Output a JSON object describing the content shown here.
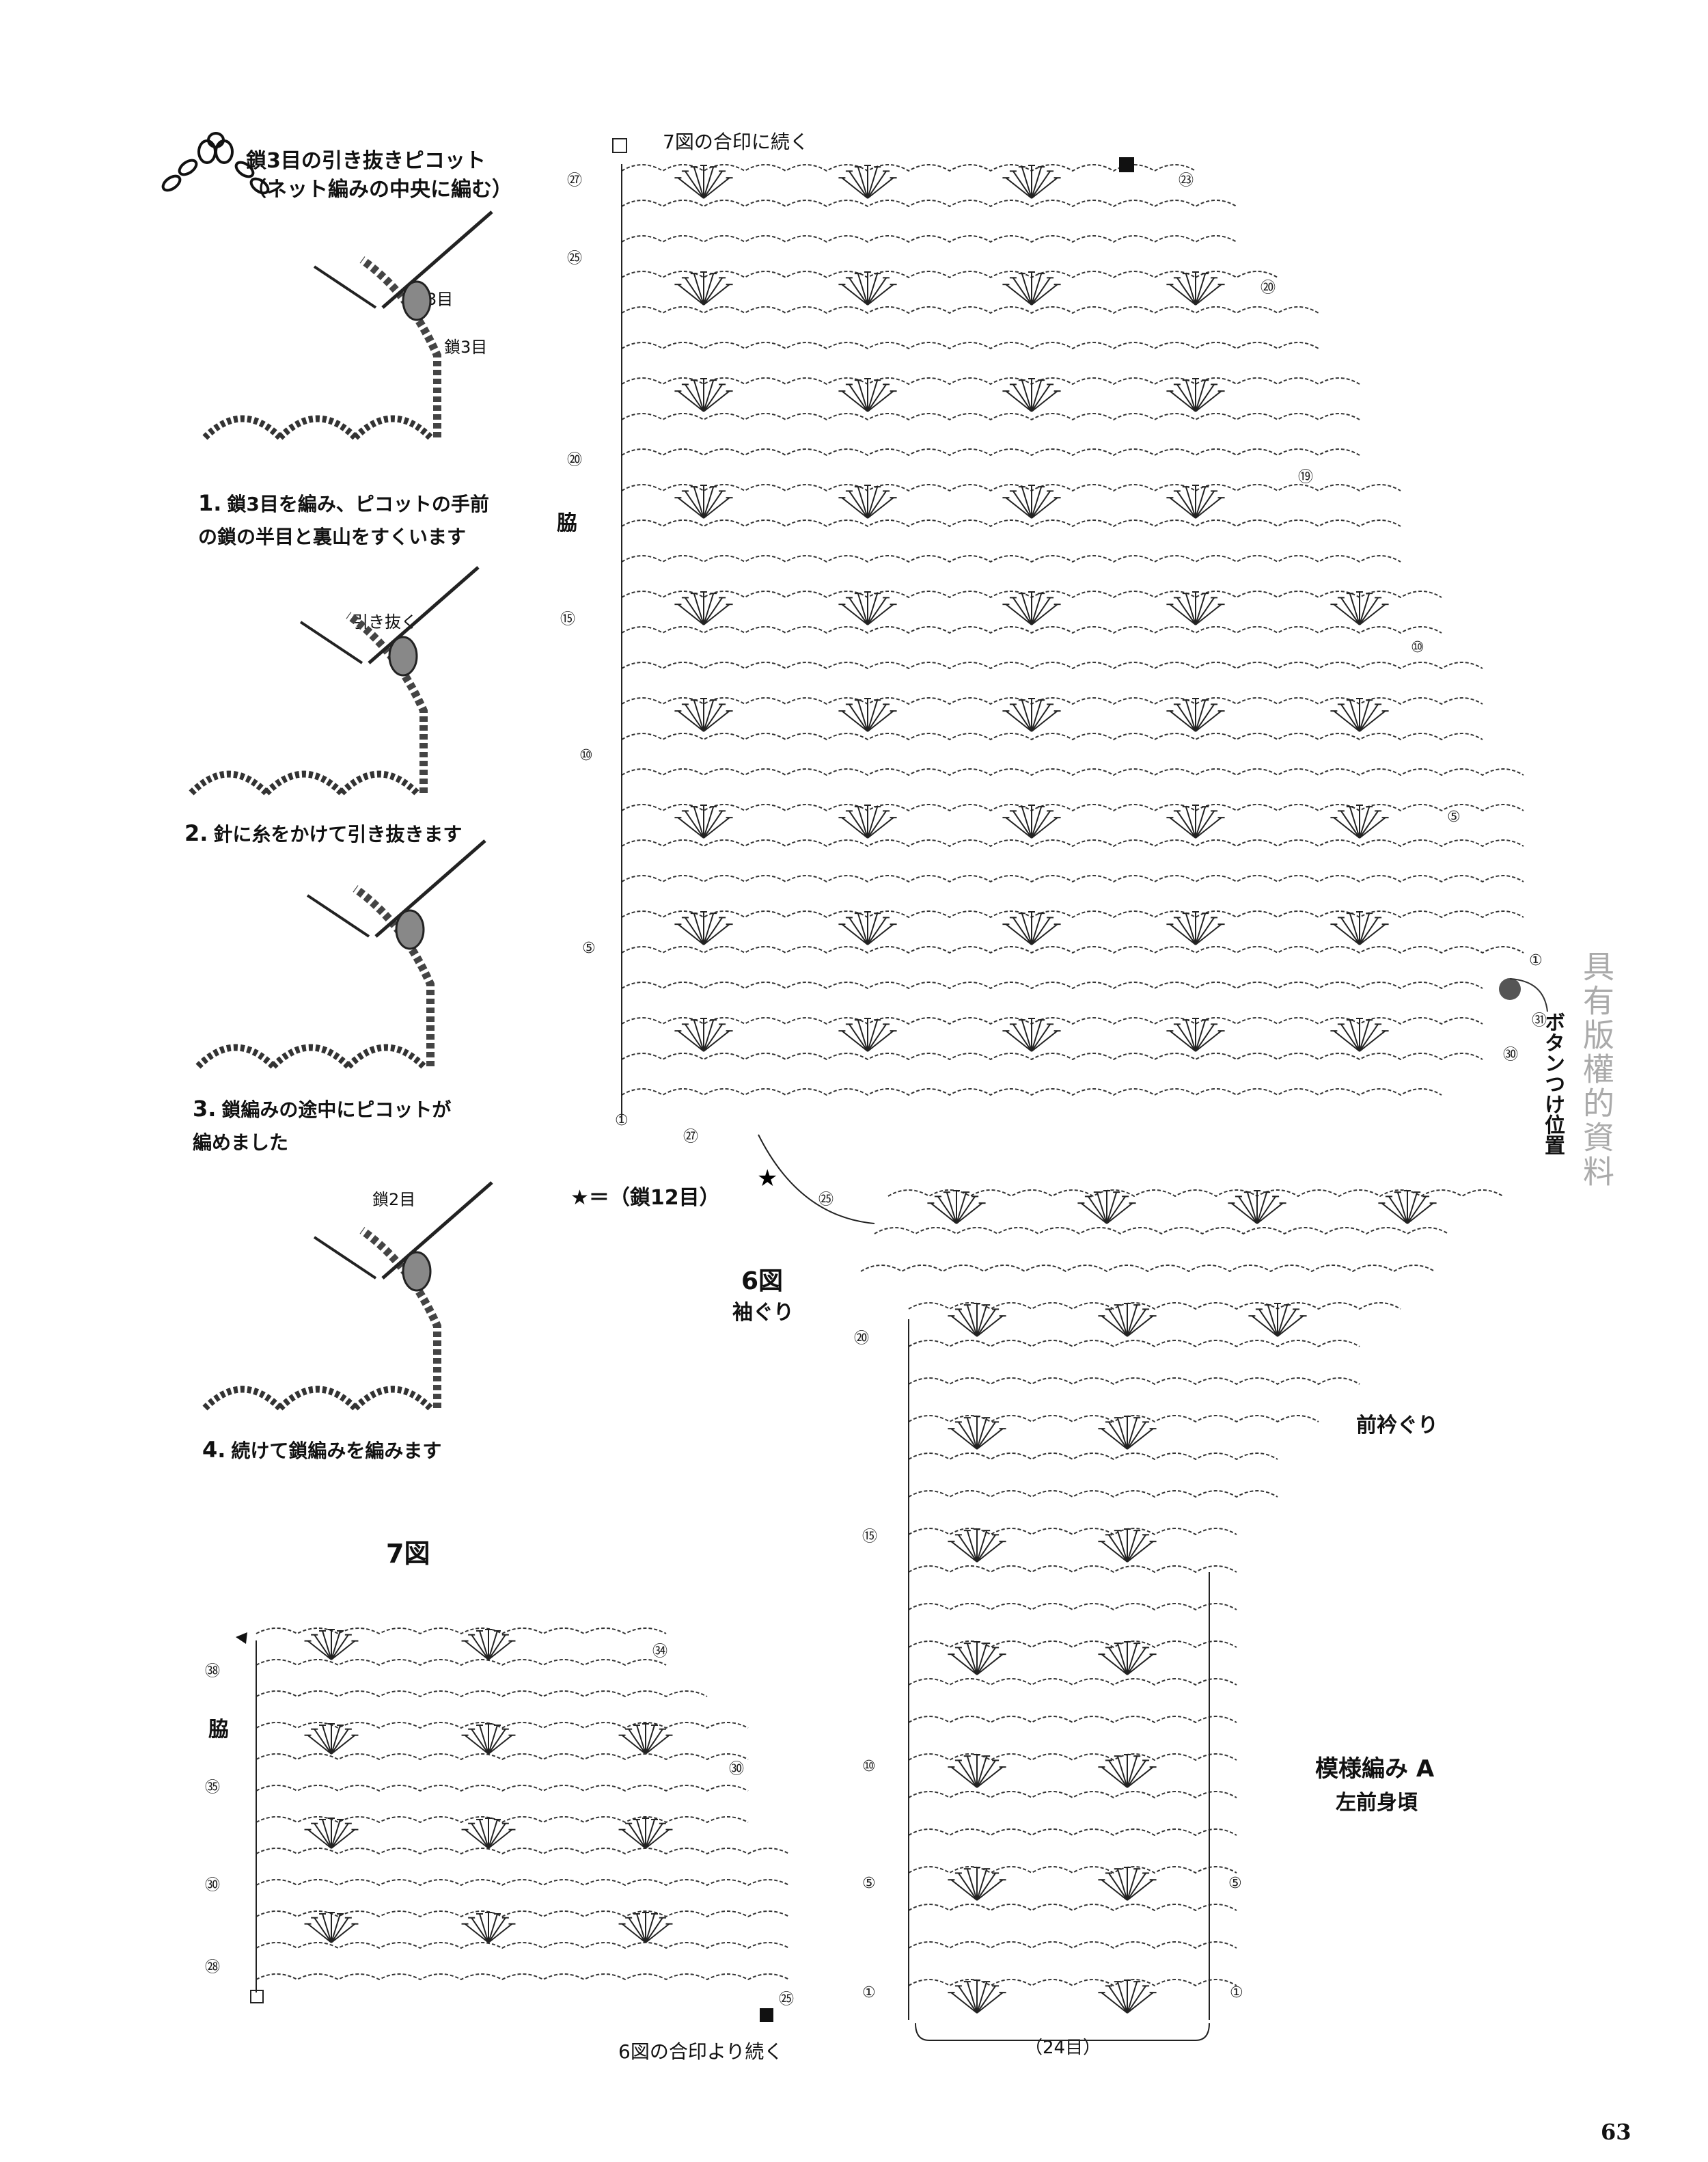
{
  "picot_guide": {
    "title_line1": "鎖3目の引き抜きピコット",
    "title_line2": "（ネット編みの中央に編む）",
    "labels": {
      "chain3_a": "鎖3目",
      "chain3_b": "鎖3目",
      "pull_through": "引き抜く",
      "chain2": "鎖2目"
    },
    "steps": [
      {
        "num": "1.",
        "line1": "鎖3目を編み、ピコットの手前",
        "line2": "の鎖の半目と裏山をすくいます"
      },
      {
        "num": "2.",
        "line1": "針に糸をかけて引き抜きます",
        "line2": ""
      },
      {
        "num": "3.",
        "line1": "鎖編みの途中にピコットが",
        "line2": "編めました"
      },
      {
        "num": "4.",
        "line1": "続けて鎖編みを編みます",
        "line2": ""
      }
    ]
  },
  "figure6": {
    "continue_top": "7図の合印に続く",
    "star_note": "★＝（鎖12目）",
    "title": "6図",
    "armhole": "袖ぐり",
    "side": "脇",
    "button_position": "ボタンつけ位置",
    "front_neck": "前衿ぐり",
    "pattern": "模様編み A",
    "piece": "左前身頃",
    "width_note": "（24目）",
    "left_markers": [
      "㉗",
      "㉕",
      "⑳",
      "⑮",
      "⑩",
      "⑤",
      "①",
      "㉗",
      "㉕",
      "⑳",
      "⑮",
      "⑩",
      "⑤",
      "①"
    ],
    "right_markers": [
      "㉓",
      "⑳",
      "⑲",
      "⑩",
      "⑤",
      "①",
      "㉛",
      "㉚",
      "⑤",
      "①"
    ]
  },
  "figure7": {
    "title": "7図",
    "side": "脇",
    "continue_bottom": "6図の合印より続く",
    "left_markers": [
      "㊳",
      "㉟",
      "㉚",
      "㉘"
    ],
    "right_markers": [
      "㉞",
      "㉚",
      "㉕"
    ]
  },
  "watermark": "具有版權的資料",
  "page_number": "63"
}
